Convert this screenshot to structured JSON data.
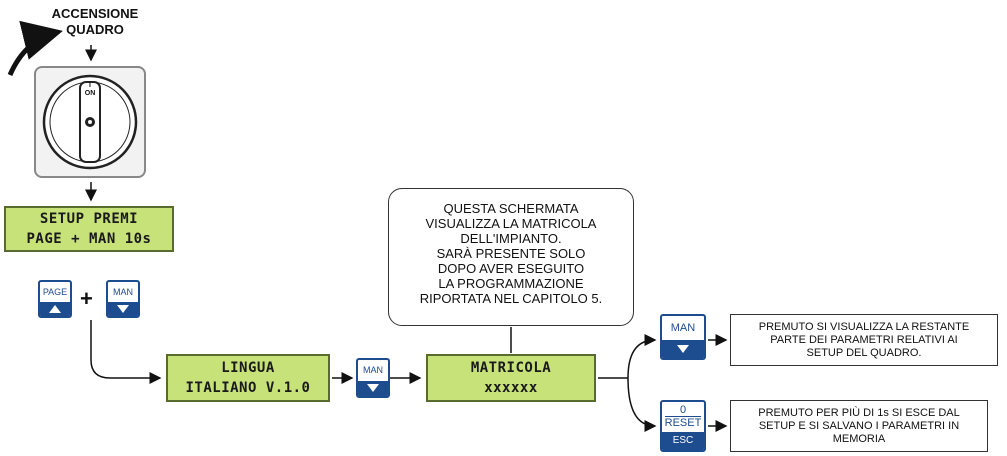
{
  "header": {
    "title_line1": "ACCENSIONE",
    "title_line2": "QUADRO"
  },
  "switch": {
    "label_i": "I",
    "label_on": "ON"
  },
  "setup_display": {
    "line1": "SETUP PREMI",
    "line2": "PAGE + MAN 10s"
  },
  "buttons": {
    "page": {
      "label": "PAGE",
      "arrow": "triangle-up"
    },
    "man_top": {
      "label": "MAN",
      "arrow": "triangle-down"
    },
    "plus": "+",
    "man_mid": {
      "label": "MAN",
      "arrow": "triangle-down"
    },
    "man_right": {
      "label": "MAN",
      "arrow": "triangle-down"
    },
    "reset": {
      "top": "0",
      "middle": "RESET",
      "bottom": "ESC"
    }
  },
  "lingua_display": {
    "line1": "LINGUA",
    "line2": "ITALIANO V.1.0"
  },
  "matricola_display": {
    "line1": "MATRICOLA",
    "line2": "xxxxxx"
  },
  "callout": {
    "line1": "QUESTA SCHERMATA",
    "line2": "VISUALIZZA LA MATRICOLA",
    "line3": "DELL'IMPIANTO.",
    "line4": "SARÀ PRESENTE SOLO",
    "line5": "DOPO AVER ESEGUITO",
    "line6": "LA PROGRAMMAZIONE",
    "line7": "RIPORTATA NEL CAPITOLO 5."
  },
  "note_man": {
    "line1": "PREMUTO SI VISUALIZZA LA RESTANTE",
    "line2": "PARTE DEI PARAMETRI RELATIVI AI",
    "line3": "SETUP DEL QUADRO."
  },
  "note_reset": {
    "line1": "PREMUTO PER PIÙ DI 1s SI ESCE DAL",
    "line2": "SETUP E SI SALVANO I PARAMETRI IN",
    "line3": "MEMORIA"
  },
  "colors": {
    "lcd_bg": "#c8e27a",
    "button_blue": "#1d4c8f",
    "lcd_border": "#5a6b2e"
  }
}
